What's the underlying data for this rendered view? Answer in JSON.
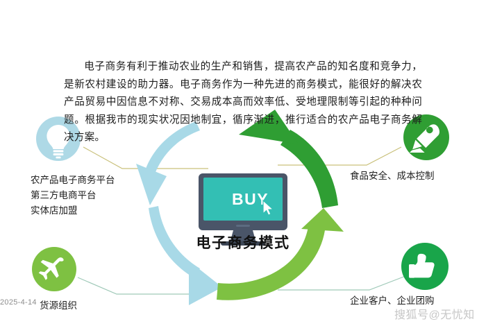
{
  "page": {
    "title": "电子商务模式",
    "background": "#ffffff"
  },
  "intro": {
    "paragraph": "电子商务有利于推动农业的生产和销售，提高农产品的知名度和竞争力，是新农村建设的助力器。电子商务作为一种先进的商务模式，能很好的解决农产品贸易中因信息不对称、交易成本高而效率低、受地理限制等引起的种种问题。根据我市的现实状况因地制宜，循序渐进，推行适合的农产品电子商务解决方案。"
  },
  "center": {
    "title": "电子商务模式",
    "monitor_screen_text": "BUY",
    "monitor_icon": "desktop-monitor-icon",
    "cursor_icon": "mouse-cursor-icon",
    "screen_color": "#33bfb4",
    "monitor_frame_color": "#4a5568"
  },
  "nodes": [
    {
      "id": "top-left",
      "icon": "lightbulb-icon",
      "circle_color": "#aed9e6",
      "label_lines": [
        "农产品电子商务平台",
        "第三方电商平台",
        "实体店加盟"
      ]
    },
    {
      "id": "bottom-left",
      "icon": "airplane-icon",
      "circle_color": "#7ec142",
      "label_lines": [
        "货源组织"
      ]
    },
    {
      "id": "top-right",
      "icon": "pen-nib-icon",
      "circle_color": "#2f9e33",
      "label_lines": [
        "食品安全、成本控制"
      ]
    },
    {
      "id": "bottom-right",
      "icon": "thumbs-up-icon",
      "circle_color": "#19a54a",
      "label_lines": [
        "企业客户、企业团购"
      ]
    }
  ],
  "arrows": [
    {
      "id": "arrow-upper-left",
      "color": "#a8d9e7",
      "direction": "down-left",
      "description": "light blue curved arrow upper left quadrant"
    },
    {
      "id": "arrow-lower-left",
      "color": "#a8d9e7",
      "direction": "down-right",
      "description": "light blue curved arrow lower left quadrant"
    },
    {
      "id": "arrow-upper-right",
      "color": "#2f9e33",
      "direction": "up-left",
      "description": "dark green curved arrow upper right quadrant"
    },
    {
      "id": "arrow-lower-right",
      "color": "#7ec142",
      "direction": "up",
      "description": "light green curved arrow lower right quadrant"
    }
  ],
  "connectors": {
    "color_warm": "#c9c07a",
    "color_cool": "#9fc9b8"
  },
  "watermarks": {
    "date": "2025-4-14",
    "brand": "搜狐号@无忧知"
  }
}
